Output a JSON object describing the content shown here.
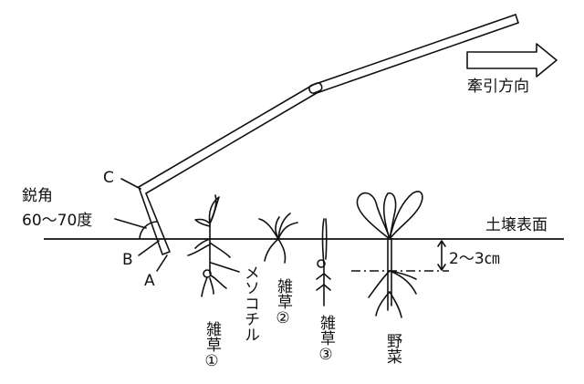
{
  "labels": {
    "pull_direction": "牽引方向",
    "acute_angle": "鋭角",
    "angle_range": "60〜70度",
    "point_c": "C",
    "point_b": "B",
    "point_a": "A",
    "soil_surface": "土壌表面",
    "depth": "2〜3㎝",
    "mesocotyl": "メソコチル",
    "weed1": "雑草①",
    "weed2": "雑草②",
    "weed3": "雑草③",
    "vegetable": "野菜"
  }
}
